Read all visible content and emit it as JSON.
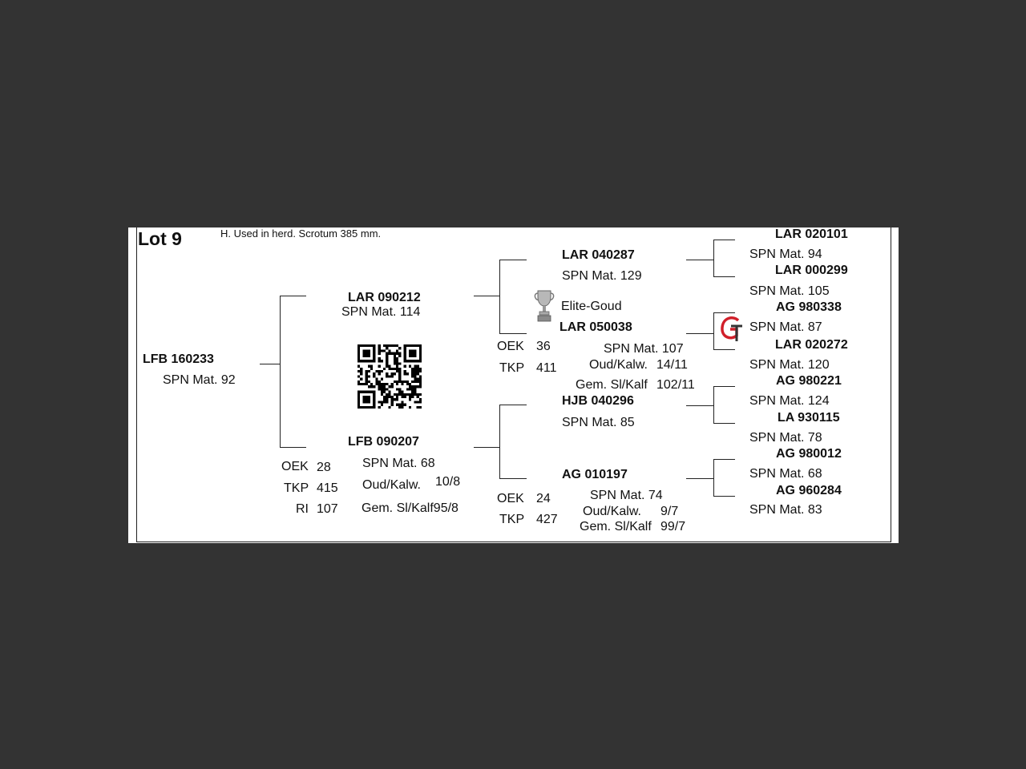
{
  "header": {
    "lot": "Lot 9",
    "note": "H. Used in herd. Scrotum 385 mm."
  },
  "subject": {
    "id": "LFB 160233",
    "spn": "SPN Mat. 92"
  },
  "sire": {
    "id": "LAR 090212",
    "spn": "SPN Mat. 114"
  },
  "dam": {
    "id": "LFB 090207",
    "spn": "SPN Mat. 68",
    "oud_label": "Oud/Kalw.",
    "oud_value": "10/8",
    "gem": "Gem. Sl/Kalf95/8",
    "oek_label": "OEK",
    "oek_value": "28",
    "tkp_label": "TKP",
    "tkp_value": "415",
    "ri_label": "RI",
    "ri_value": "107"
  },
  "sire_sire": {
    "id": "LAR 040287",
    "spn": "SPN Mat. 129"
  },
  "award": {
    "label": "Elite-Goud",
    "icon": "trophy-icon",
    "color": "#8a8a8a"
  },
  "sire_dam": {
    "id": "LAR 050038",
    "spn": "SPN Mat. 107",
    "oud_label": "Oud/Kalw.",
    "oud_value": "14/11",
    "gem_label": "Gem. Sl/Kalf",
    "gem_value": "102/11",
    "oek_label": "OEK",
    "oek_value": "36",
    "tkp_label": "TKP",
    "tkp_value": "411"
  },
  "dam_sire": {
    "id": "HJB 040296",
    "spn": "SPN Mat. 85"
  },
  "dam_dam": {
    "id": "AG  010197",
    "spn": "SPN Mat. 74",
    "oud_label": "Oud/Kalw.",
    "oud_value": "9/7",
    "gem_label": "Gem. Sl/Kalf",
    "gem_value": "99/7",
    "oek_label": "OEK",
    "oek_value": "24",
    "tkp_label": "TKP",
    "tkp_value": "427"
  },
  "gt_logo": {
    "icon": "gt-logo-icon",
    "color": "#d11f2a"
  },
  "ancestors": [
    {
      "id": "LAR 020101",
      "spn": "SPN Mat. 94"
    },
    {
      "id": "LAR 000299",
      "spn": "SPN Mat. 105"
    },
    {
      "id": "AG  980338",
      "spn": "SPN Mat. 87"
    },
    {
      "id": "LAR 020272",
      "spn": "SPN Mat. 120"
    },
    {
      "id": "AG  980221",
      "spn": "SPN Mat. 124"
    },
    {
      "id": "LA  930115",
      "spn": "SPN Mat. 78"
    },
    {
      "id": "AG  980012",
      "spn": "SPN Mat. 68"
    },
    {
      "id": "AG  960284",
      "spn": "SPN Mat. 83"
    }
  ]
}
